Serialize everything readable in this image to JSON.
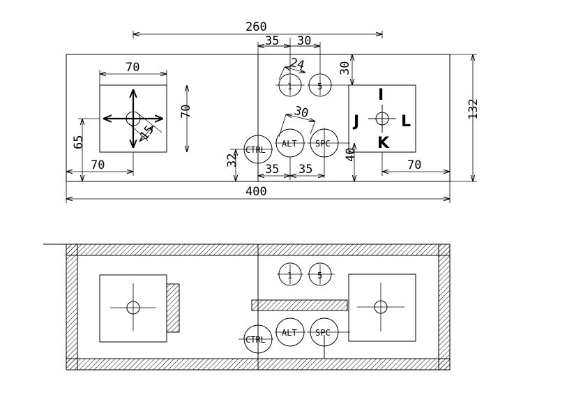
{
  "top_view": {
    "dimensions": {
      "overall_width": "400",
      "span_260": "260",
      "top_35": "35",
      "top_30": "30",
      "left_pad_width": "70",
      "left_pad_height": "70",
      "left_offset_x": "70",
      "left_offset_y": "65",
      "stick_diameter": "15",
      "key_dia_24": "24",
      "key_spacing_30": "30",
      "right_gap_30": "30",
      "bottom_35_left": "35",
      "bottom_35_right": "35",
      "ctrl_height_32": "32",
      "right_pad_40": "40",
      "right_offset_70": "70",
      "overall_height": "132"
    },
    "keys": {
      "k1": "1",
      "k5": "5",
      "ctrl": "CTRL",
      "alt": "ALT",
      "spc": "SPC"
    },
    "direction_labels": {
      "up": "I",
      "left": "J",
      "right": "L",
      "down": "K"
    }
  },
  "side_view": {
    "keys": {
      "k1": "1",
      "k5": "5",
      "ctrl": "CTRL",
      "alt": "ALT",
      "spc": "SPC"
    }
  }
}
